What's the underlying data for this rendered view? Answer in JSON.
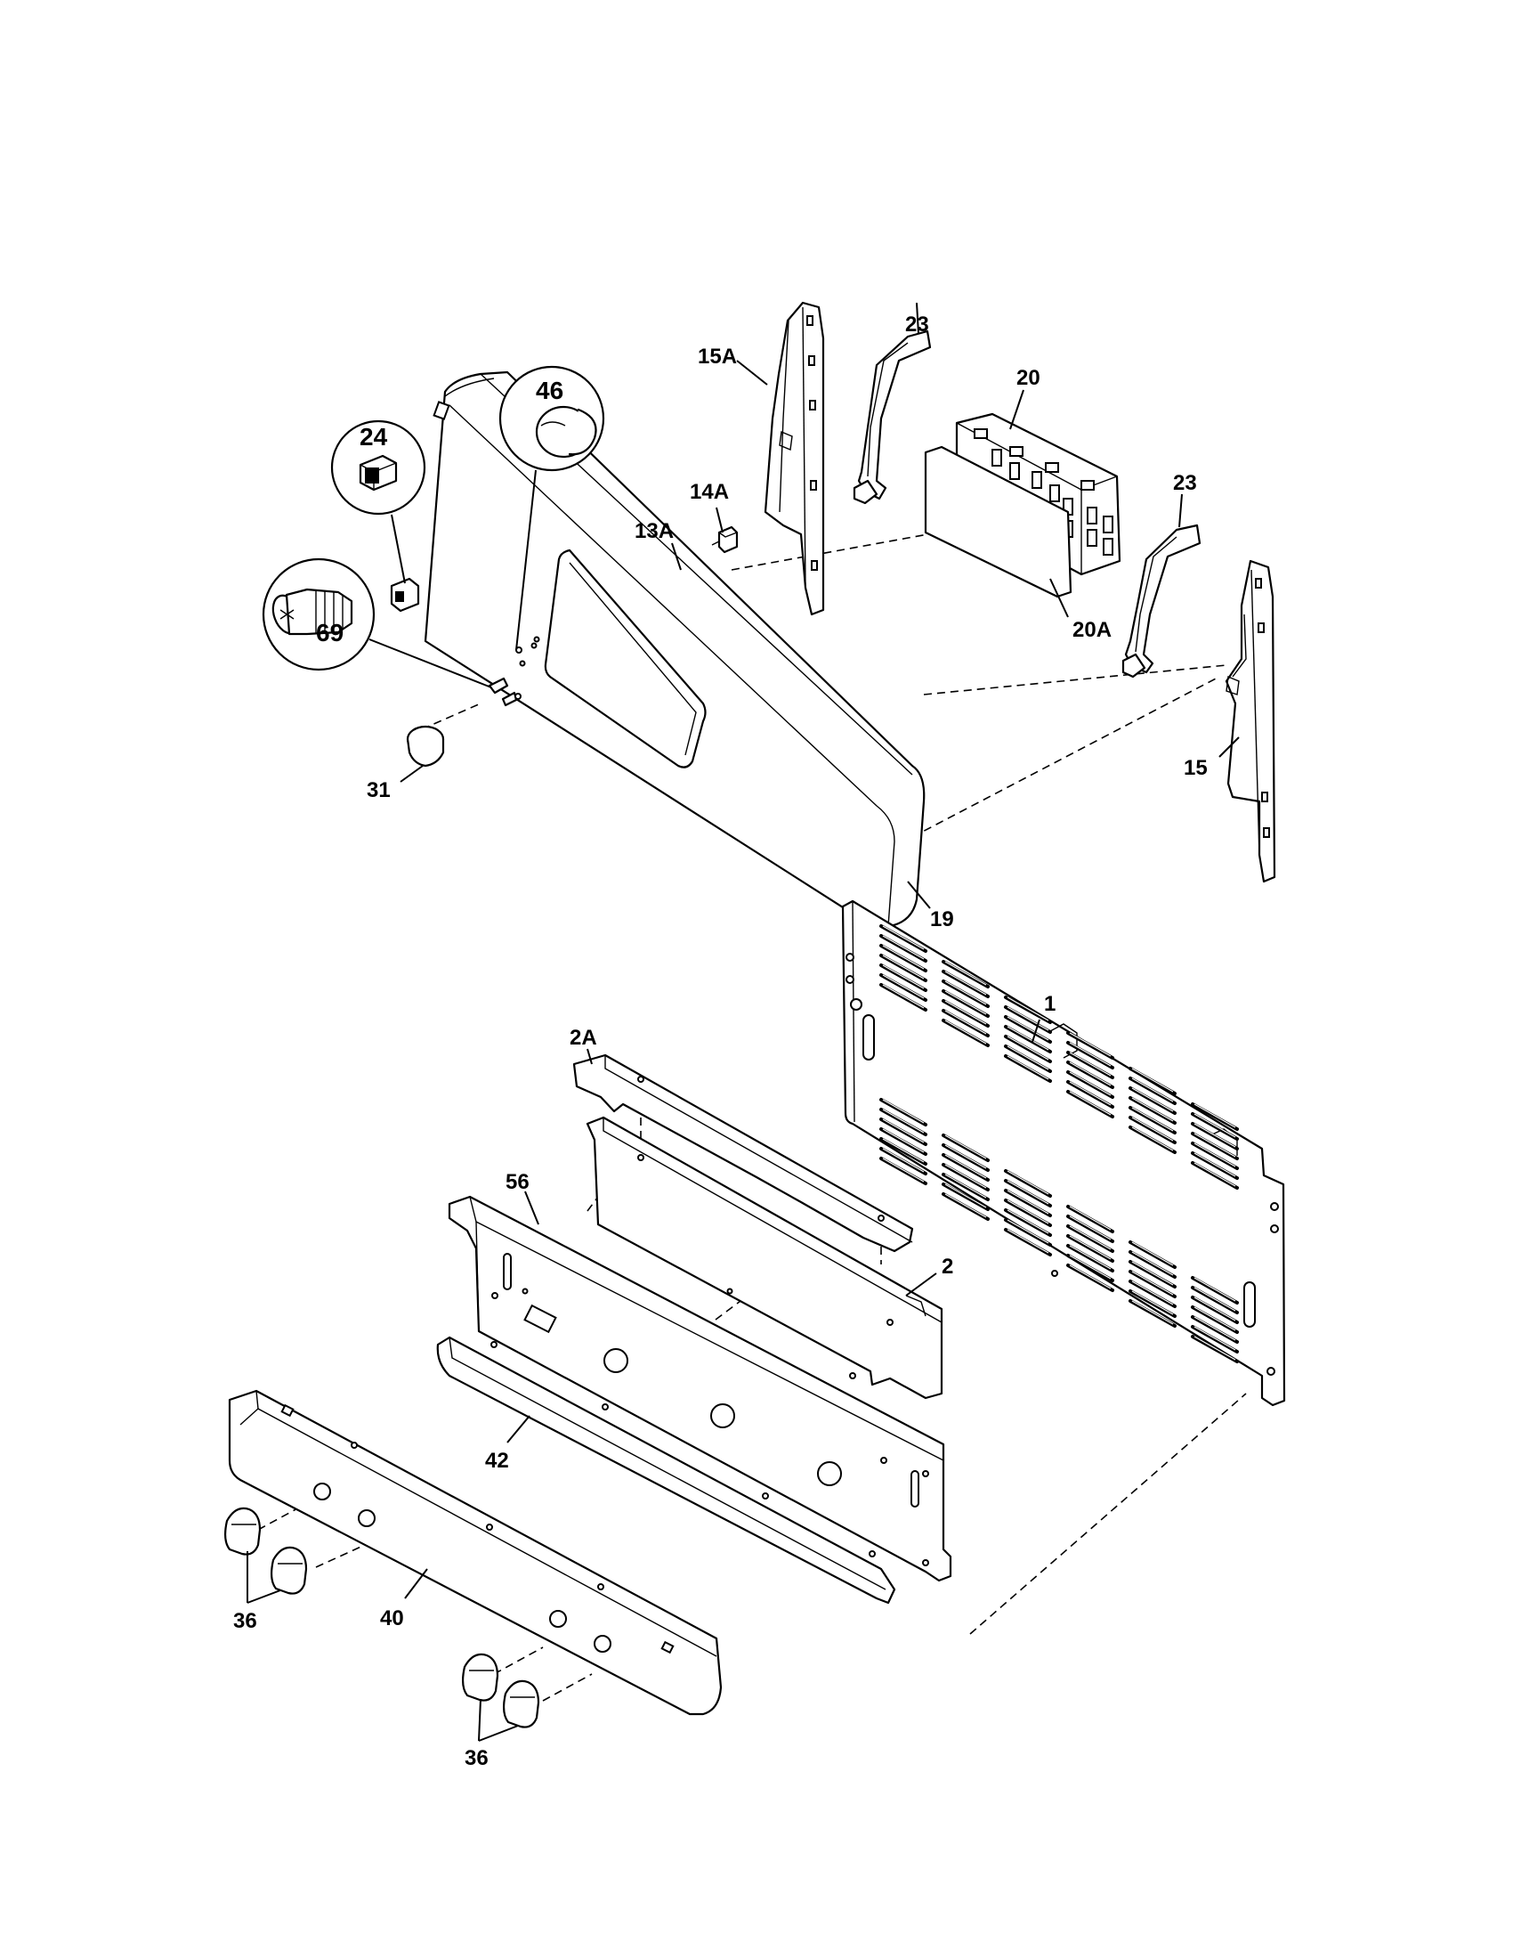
{
  "labels": {
    "l1": "1",
    "l2": "2",
    "l2a": "2A",
    "l13a": "13A",
    "l14a": "14A",
    "l15": "15",
    "l15a": "15A",
    "l19": "19",
    "l20": "20",
    "l20a": "20A",
    "l23a": "23",
    "l23b": "23",
    "l24": "24",
    "l31": "31",
    "l36a": "36",
    "l36b": "36",
    "l40": "40",
    "l42": "42",
    "l46": "46",
    "l56": "56",
    "l69": "69"
  }
}
